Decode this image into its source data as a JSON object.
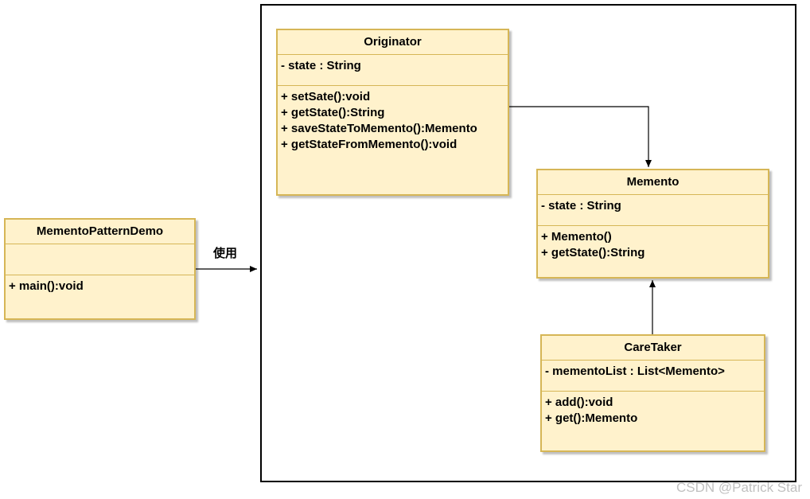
{
  "classes": {
    "originator": {
      "name": "Originator",
      "attributes": [
        "- state : String"
      ],
      "methods": [
        "+ setSate():void",
        "+ getState():String",
        "+ saveStateToMemento():Memento",
        "+ getStateFromMemento():void"
      ]
    },
    "memento": {
      "name": "Memento",
      "attributes": [
        "- state : String"
      ],
      "methods": [
        "+ Memento()",
        "+ getState():String"
      ]
    },
    "caretaker": {
      "name": "CareTaker",
      "attributes": [
        "- mementoList : List<Memento>"
      ],
      "methods": [
        "+ add():void",
        "+ get():Memento"
      ]
    },
    "demo": {
      "name": "MementoPatternDemo",
      "attributes": [],
      "methods": [
        "+ main():void"
      ]
    }
  },
  "edges": {
    "uses_label": "使用"
  },
  "watermark": "CSDN @Patrick Star",
  "colors": {
    "fill": "#fff2cc",
    "stroke": "#d6b656"
  }
}
